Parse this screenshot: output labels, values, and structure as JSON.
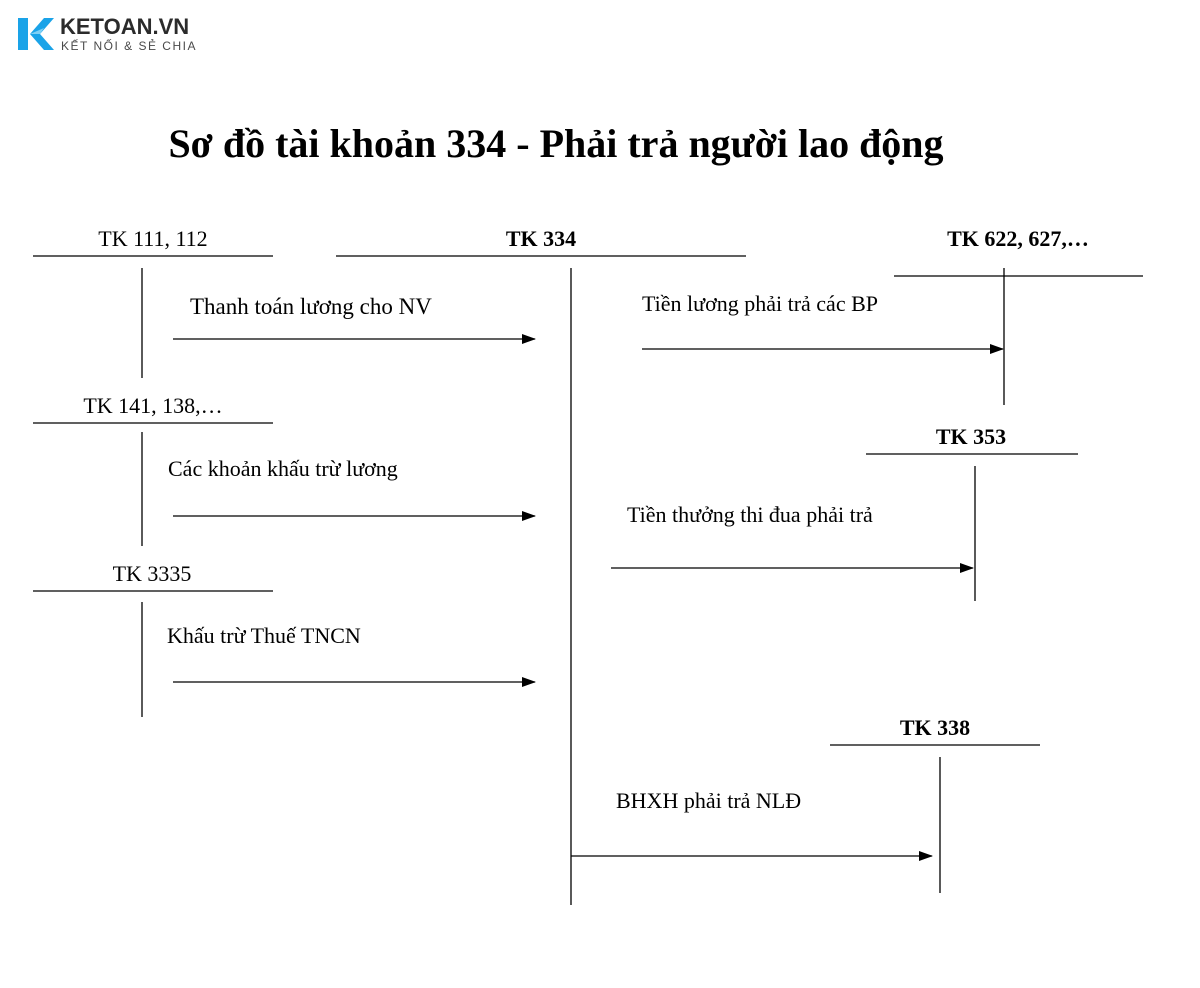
{
  "brand": {
    "name": "KETOAN.VN",
    "tagline": "KẾT NỐI & SẺ CHIA",
    "colors": {
      "accent": "#1aa3e8",
      "text": "#2b2b2b",
      "tagline": "#4a4a4a"
    }
  },
  "diagram": {
    "title": "Sơ đồ tài khoản 334 - Phải trả người lao động",
    "accounts": {
      "tk_111_112": "TK 111, 112",
      "tk_334": "TK 334",
      "tk_622_627": "TK 622, 627,…",
      "tk_141_138": "TK 141, 138,…",
      "tk_353": "TK 353",
      "tk_3335": "TK 3335",
      "tk_338": "TK 338"
    },
    "flows": {
      "salary_payment": "Thanh toán lương cho NV",
      "salary_payable": "Tiền lương phải trả các BP",
      "deductions": "Các khoản khấu trừ lương",
      "bonus_payable": "Tiền thưởng thi đua phải trả",
      "pit_deduction": "Khấu trừ Thuế TNCN",
      "social_insurance": "BHXH phải trả NLĐ"
    }
  }
}
